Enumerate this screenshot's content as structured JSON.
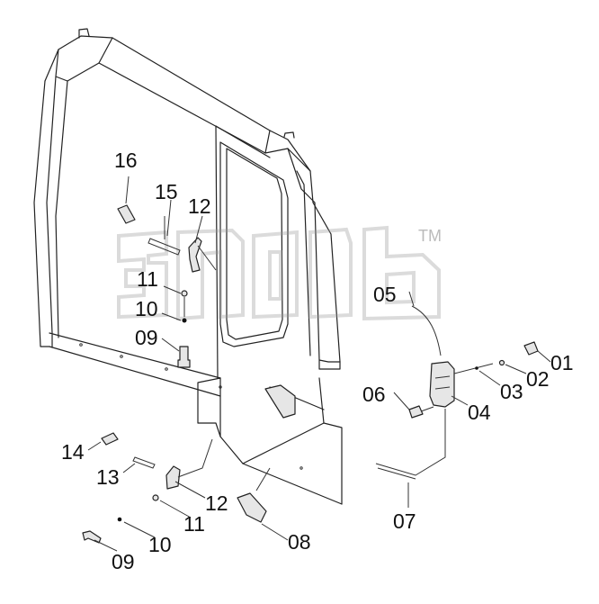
{
  "watermark": {
    "logo_text": "3mrb",
    "trademark": "TM"
  },
  "callouts": {
    "c01": "01",
    "c02": "02",
    "c03": "03",
    "c04": "04",
    "c05": "05",
    "c06": "06",
    "c07": "07",
    "c08": "08",
    "c09a": "09",
    "c09b": "09",
    "c10a": "10",
    "c10b": "10",
    "c11a": "11",
    "c11b": "11",
    "c12a": "12",
    "c12b": "12",
    "c13": "13",
    "c14": "14",
    "c15": "15",
    "c16": "16"
  },
  "colors": {
    "line": "#222222",
    "background": "#ffffff",
    "watermark": "#999999"
  }
}
